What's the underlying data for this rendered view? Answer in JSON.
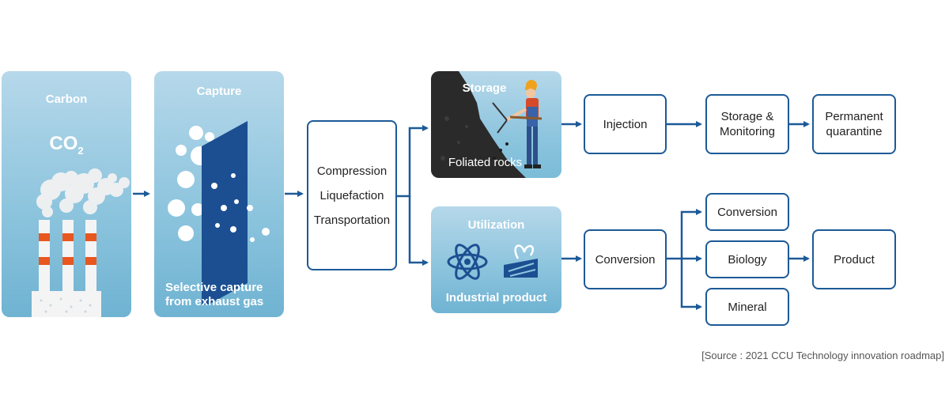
{
  "carbon": {
    "title": "Carbon",
    "co2": "CO",
    "co2_sub": "2"
  },
  "capture": {
    "title": "Capture",
    "caption_line1": "Selective capture",
    "caption_line2": "from exhaust gas"
  },
  "process": {
    "items": [
      "Compression",
      "Liquefaction",
      "Transportation"
    ]
  },
  "storage": {
    "title": "Storage",
    "caption": "Foliated rocks"
  },
  "utilization": {
    "title": "Utilization",
    "caption": "Industrial product"
  },
  "storage_flow": {
    "injection": "Injection",
    "monitoring_line1": "Storage &",
    "monitoring_line2": "Monitoring",
    "permanent_line1": "Permanent",
    "permanent_line2": "quarantine"
  },
  "utilization_flow": {
    "conversion": "Conversion",
    "branches": [
      "Conversion",
      "Biology",
      "Mineral"
    ],
    "product": "Product"
  },
  "source": {
    "bracket_open": "[",
    "label": "Source",
    "text": " : 2021 CCU Technology  innovation roadmap",
    "bracket_close": "]"
  },
  "colors": {
    "arrow": "#1c5a97",
    "panel": "#8ec5de",
    "stripe": "#e8571f"
  }
}
